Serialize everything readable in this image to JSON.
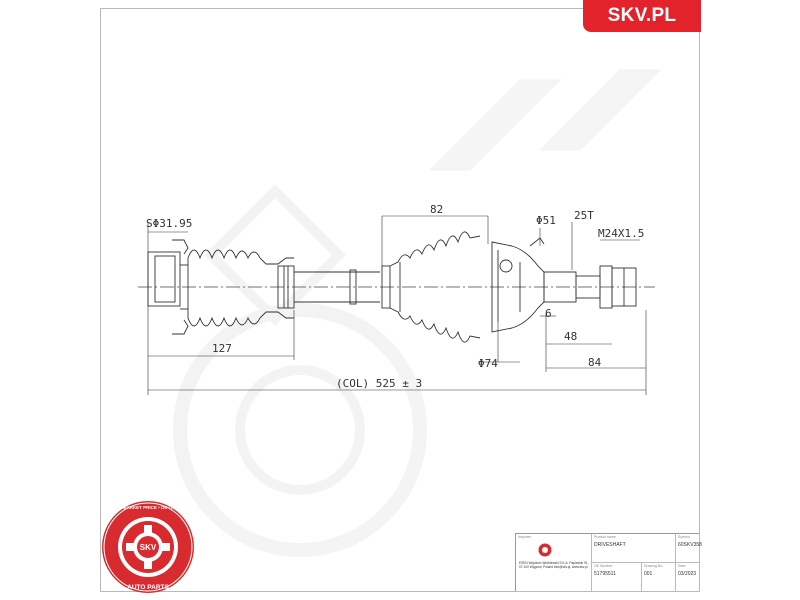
{
  "brand": {
    "label": "SKV.PL",
    "color": "#e3232c"
  },
  "drawing": {
    "dimensions": {
      "sphere": "SΦ31.95",
      "length_82": "82",
      "dia_51": "Φ51",
      "spline": "25T",
      "thread": "M24X1.5",
      "len_6": "6",
      "len_48": "48",
      "len_127": "127",
      "dia_74": "Φ74",
      "len_84": "84",
      "total": "(COL) 525 ± 3"
    },
    "watermark": "SKV.PL"
  },
  "title_block": {
    "importer_label": "Importer",
    "importer_text": "ESEN Wojciech Wróblewski S.K.A. Papieskie 91, 07-100 Węgrów, Poland info@skv.pl, www.skv.pl",
    "product_name_label": "Product name",
    "product_name": "DRIVESHAFT",
    "symbol_label": "Symbol",
    "symbol": "60SKV358",
    "oe_label": "OE Number",
    "oe_number": "51795511",
    "drawing_no_label": "Drawing No.",
    "drawing_no": "001",
    "date_label": "Date",
    "date": "03/2023"
  },
  "seal": {
    "top_text": "AFTERMARKET PRICE • OE QUALITY",
    "bottom_text": "AUTO PARTS",
    "center_text": "SKV"
  }
}
